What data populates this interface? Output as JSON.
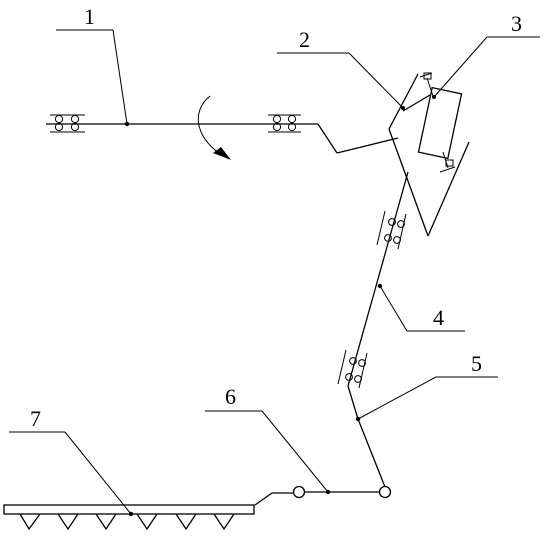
{
  "labels": {
    "l1": "1",
    "l2": "2",
    "l3": "3",
    "l4": "4",
    "l5": "5",
    "l6": "6",
    "l7": "7"
  },
  "bearing_symbol": "8 8",
  "rotation_arrow": "curved-arrow-icon"
}
